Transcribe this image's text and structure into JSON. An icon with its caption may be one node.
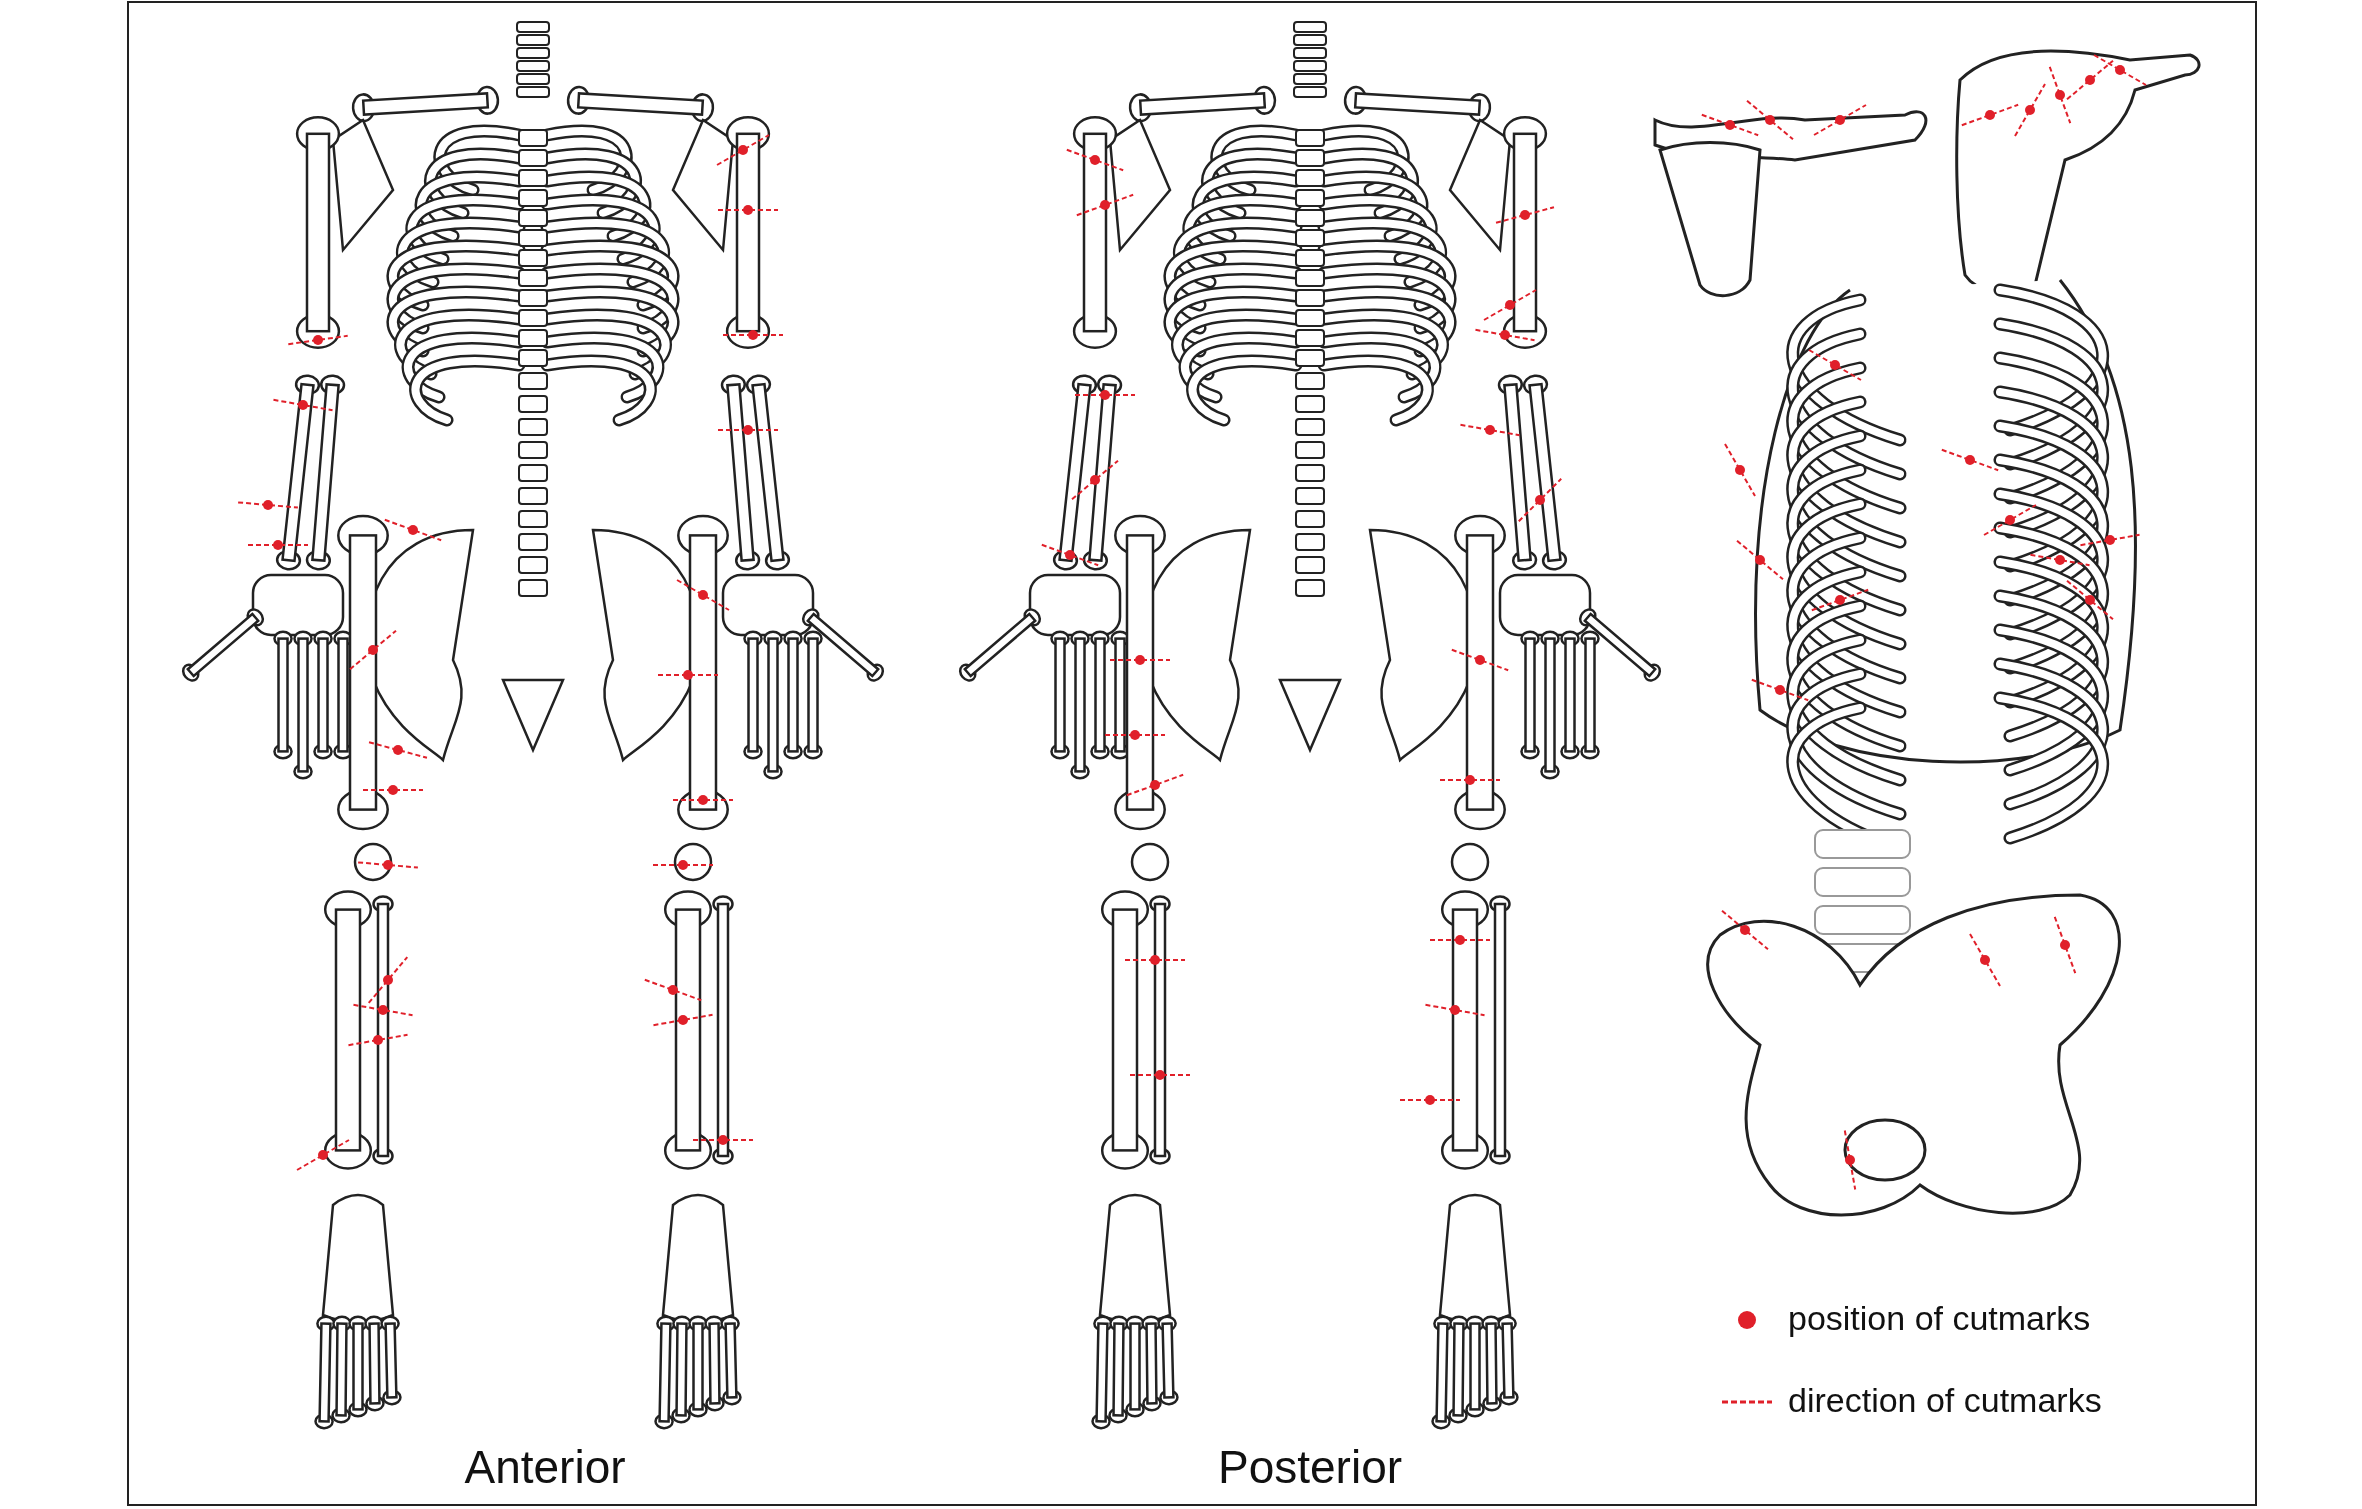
{
  "diagram": {
    "labels": [
      "Anterior",
      "Posterior"
    ],
    "legend": [
      {
        "text": "position of cutmarks"
      },
      {
        "text": "direction of cutmarks"
      }
    ]
  }
}
